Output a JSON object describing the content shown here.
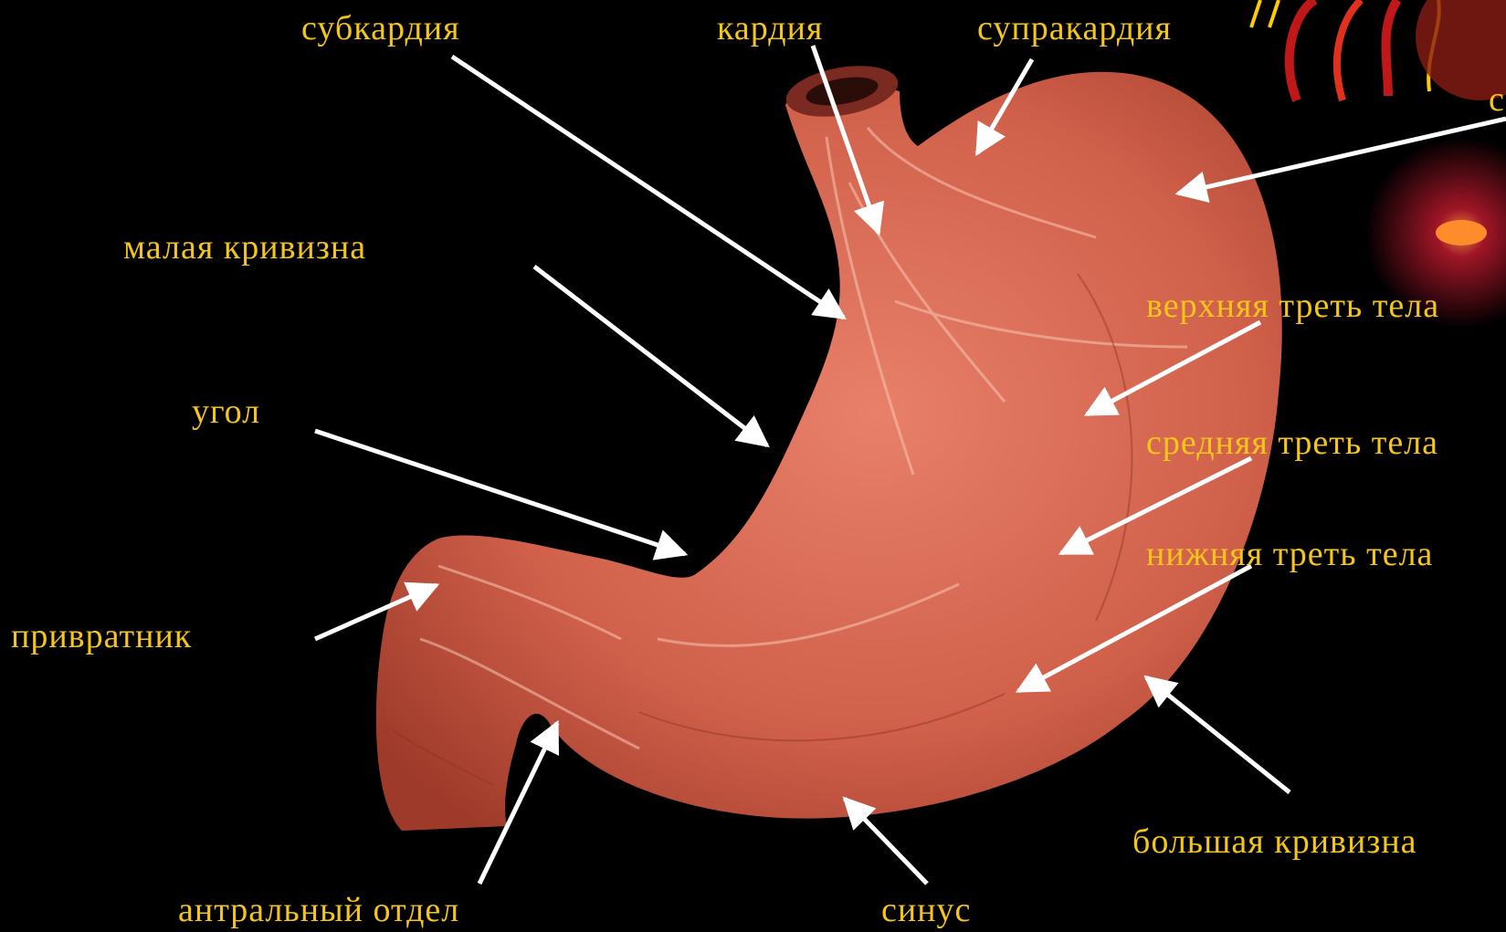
{
  "labels": {
    "subcardia": "субкардия",
    "cardia": "кардия",
    "supracardia": "супракардия",
    "fundus_partial": "с",
    "lesser_curvature": "малая кривизна",
    "angle": "угол",
    "pylorus": "привратник",
    "antrum": "антральный отдел",
    "sinus": "синус",
    "upper_body": "верхняя треть тела",
    "middle_body": "средняя треть тела",
    "lower_body": "нижняя треть тела",
    "greater_curvature": "большая кривизна"
  },
  "colors": {
    "background": "#000000",
    "label": "#f5c518",
    "arrow": "#ffffff",
    "stomach": "#d9705a"
  }
}
